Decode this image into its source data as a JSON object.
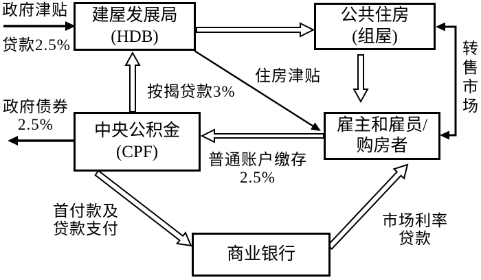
{
  "diagram": {
    "description": "Singapore public housing finance flow diagram",
    "colors": {
      "line": "#000000",
      "background": "#ffffff",
      "box_fill": "#ffffff"
    },
    "boxes": {
      "hdb": {
        "label": "建屋发展局\n(HDB)"
      },
      "public_housing": {
        "label": "公共住房\n(组屋)"
      },
      "cpf": {
        "label": "中央公积金\n(CPF)"
      },
      "buyers": {
        "label": "雇主和雇员/\n购房者"
      },
      "bank": {
        "label": "商业银行"
      }
    },
    "labels": {
      "govt_subsidy": "政府津贴",
      "loan_rate": "贷款2.5%",
      "housing_subsidy": "住房津贴",
      "mortgage_rate": "按揭贷款3%",
      "govt_bonds": "政府债券\n2.5%",
      "ordinary_account": "普通账户缴存\n2.5%",
      "resale_market": "转售市场",
      "downpayment": "首付款及\n贷款支付",
      "market_rate_loan": "市场利率\n贷款"
    },
    "edges": [
      {
        "from": "政府(外部)",
        "to": "建屋发展局(HDB)",
        "label": "政府津贴 / 贷款2.5%",
        "style": "solid-arrow"
      },
      {
        "from": "建屋发展局(HDB)",
        "to": "公共住房(组屋)",
        "label": "",
        "style": "hollow-arrow"
      },
      {
        "from": "中央公积金(CPF)",
        "to": "建屋发展局(HDB)",
        "label": "按揭贷款3%",
        "style": "hollow-arrow"
      },
      {
        "from": "建屋发展局(HDB)",
        "to": "雇主和雇员/购房者",
        "label": "住房津贴",
        "style": "solid-arrow"
      },
      {
        "from": "公共住房(组屋)",
        "to": "雇主和雇员/购房者",
        "label": "",
        "style": "hollow-arrow"
      },
      {
        "from": "雇主和雇员/购房者",
        "to": "公共住房(组屋)",
        "label": "转售市场",
        "style": "solid-arrow-both-ends"
      },
      {
        "from": "雇主和雇员/购房者",
        "to": "中央公积金(CPF)",
        "label": "普通账户缴存2.5%",
        "style": "hollow-arrow"
      },
      {
        "from": "中央公积金(CPF)",
        "to": "政府债券(外部)",
        "label": "政府债券2.5%",
        "style": "solid-arrow"
      },
      {
        "from": "中央公积金(CPF)",
        "to": "商业银行",
        "label": "首付款及贷款支付",
        "style": "hollow-arrow"
      },
      {
        "from": "商业银行",
        "to": "雇主和雇员/购房者",
        "label": "市场利率贷款",
        "style": "hollow-arrow"
      }
    ]
  }
}
